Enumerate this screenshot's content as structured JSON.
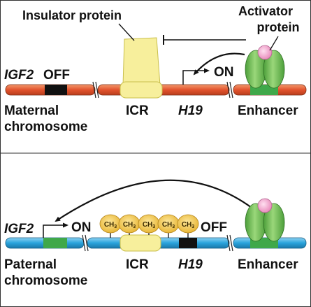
{
  "maternal": {
    "insulator_label": "Insulator protein",
    "activator_label_line1": "Activator",
    "activator_label_line2": "protein",
    "igf2_label": "IGF2",
    "igf2_state": "OFF",
    "h19_state": "ON",
    "chromosome_line1": "Maternal",
    "chromosome_line2": "chromosome",
    "icr_label": "ICR",
    "h19_label": "H19",
    "enhancer_label": "Enhancer"
  },
  "paternal": {
    "igf2_label": "IGF2",
    "igf2_state": "ON",
    "h19_state": "OFF",
    "chromosome_line1": "Paternal",
    "chromosome_line2": "chromosome",
    "icr_label": "ICR",
    "h19_label": "H19",
    "enhancer_label": "Enhancer",
    "methyl_groups": [
      "CH3",
      "CH3",
      "CH3",
      "CH3",
      "CH3"
    ]
  },
  "colors": {
    "maternal_strand": "#e2532d",
    "paternal_strand": "#29a3dc",
    "gene_black": "#111111",
    "gene_green": "#3fa84a",
    "icr_yellow": "#f7ef9c",
    "activator_green": "#6cc04a",
    "activator_pink": "#f0a0c8",
    "methyl_gold": "#f2c744"
  }
}
